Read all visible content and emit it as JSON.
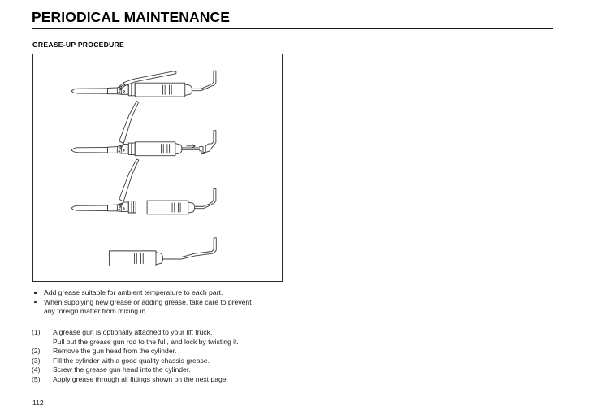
{
  "page": {
    "title": "PERIODICAL MAINTENANCE",
    "section_title": "GREASE-UP PROCEDURE",
    "page_number": "112"
  },
  "notes": [
    {
      "line1": "Add grease suitable for ambient temperature to each part.",
      "line2": ""
    },
    {
      "line1": "When supplying new grease or adding grease, take care to prevent",
      "line2": "any foreign matter from mixing in."
    }
  ],
  "steps": [
    {
      "num": "(1)",
      "text": "A grease gun is optionally attached to your lift truck.",
      "cont": "Pull out the grease gun rod to the full, and lock by twisting it."
    },
    {
      "num": "(2)",
      "text": "Remove the gun head from the cylinder.",
      "cont": ""
    },
    {
      "num": "(3)",
      "text": "Fill the cylinder with a good quality chassis grease.",
      "cont": ""
    },
    {
      "num": "(4)",
      "text": "Screw the grease gun head into the cylinder.",
      "cont": ""
    },
    {
      "num": "(5)",
      "text": "Apply grease through all fittings shown on the next page.",
      "cont": ""
    }
  ],
  "figure": {
    "caption": "",
    "line_color": "#3a3a3a",
    "frame_color": "#2a2a2a",
    "panels": [
      {
        "name": "grease-gun-assembled",
        "description": "Complete grease gun with lever lowered and rod fully inserted"
      },
      {
        "name": "grease-gun-rod-extended",
        "description": "Grease gun with lever raised and rod pulled out and twisted to lock"
      },
      {
        "name": "grease-gun-head-removed",
        "description": "Gun head separated from the cylinder"
      },
      {
        "name": "grease-gun-cylinder",
        "description": "Cylinder alone with rod extended"
      }
    ]
  }
}
